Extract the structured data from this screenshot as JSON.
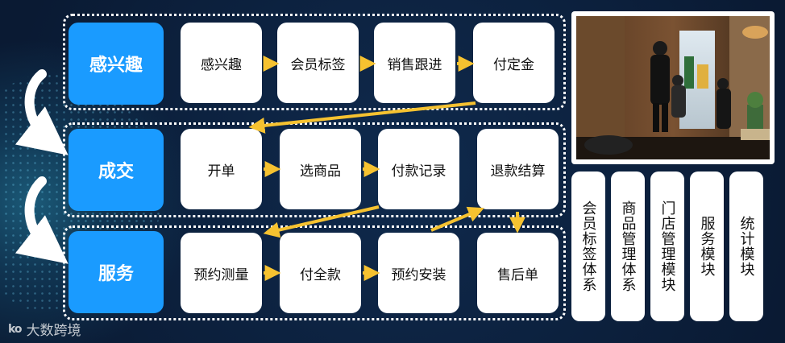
{
  "stages": [
    {
      "label": "感兴趣",
      "steps": [
        "感兴趣",
        "会员标签",
        "销售跟进",
        "付定金"
      ]
    },
    {
      "label": "成交",
      "steps": [
        "开单",
        "选商品",
        "付款记录",
        "退款结算"
      ]
    },
    {
      "label": "服务",
      "steps": [
        "预约测量",
        "付全款",
        "预约安装",
        "售后单"
      ]
    }
  ],
  "modules": [
    "会员标签体系",
    "商品管理体系",
    "门店管理模块",
    "服务模块",
    "统计模块"
  ],
  "watermark": {
    "logo_text": "ko",
    "text": "大数跨境"
  },
  "colors": {
    "stage_blue": "#1a9bff",
    "arrow_yellow": "#f6c230",
    "background": "#0a1a33"
  }
}
